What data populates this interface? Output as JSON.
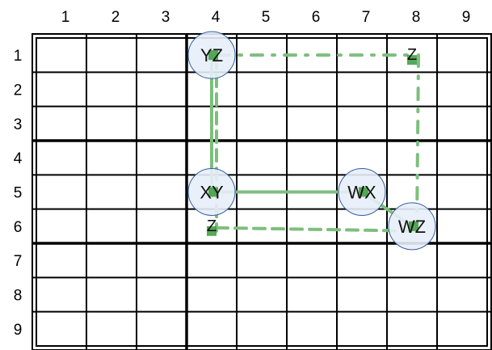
{
  "diagram": {
    "type": "grid-graph",
    "grid": {
      "columns": 9,
      "rows": 9
    },
    "column_labels": [
      "1",
      "2",
      "3",
      "4",
      "5",
      "6",
      "7",
      "8",
      "9"
    ],
    "row_labels": [
      "1",
      "2",
      "3",
      "4",
      "5",
      "6",
      "7",
      "8",
      "9"
    ],
    "thick_boundaries": {
      "after_columns": [
        3
      ],
      "after_rows": [
        3,
        6
      ]
    },
    "colors": {
      "grid": "#000000",
      "edge": "#7dbf7d",
      "edge_marker": "#3a9a3a",
      "node_fill": "#e8eef8",
      "node_stroke": "#2f5fa0"
    },
    "nodes": [
      {
        "id": "YZ",
        "label": "YZ",
        "col": 4,
        "row": 1,
        "circled": true
      },
      {
        "id": "XY",
        "label": "XY",
        "col": 4,
        "row": 5,
        "circled": true
      },
      {
        "id": "WX",
        "label": "WX",
        "col": 7,
        "row": 5,
        "circled": true
      },
      {
        "id": "WZ",
        "label": "WZ",
        "col": 8,
        "row": 6,
        "circled": true
      },
      {
        "id": "Z1",
        "label": "Z",
        "col": 8,
        "row": 1,
        "circled": false
      },
      {
        "id": "Z2",
        "label": "Z",
        "col": 4,
        "row": 6,
        "circled": false
      }
    ],
    "edges": [
      {
        "from": "YZ",
        "to": "XY",
        "style": "solid"
      },
      {
        "from": "XY",
        "to": "WX",
        "style": "solid"
      },
      {
        "from": "WX",
        "to": "WZ",
        "style": "solid"
      },
      {
        "from": "YZ",
        "to": "Z1",
        "style": "dash-dot"
      },
      {
        "from": "Z1",
        "to": "WZ",
        "style": "dash-dot"
      },
      {
        "from": "YZ",
        "to": "Z2",
        "style": "dashed"
      },
      {
        "from": "Z2",
        "to": "WZ",
        "style": "dashed"
      }
    ]
  }
}
